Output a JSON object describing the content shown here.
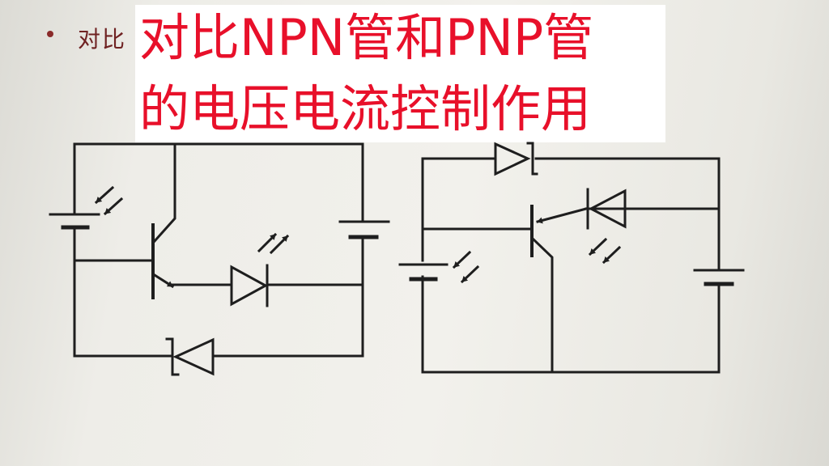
{
  "slide": {
    "bullet_text": "对比",
    "title_line1": "对比NPN管和PNP管",
    "title_line2": "的电压电流控制作用"
  },
  "circuits": [
    {
      "name": "npn-circuit",
      "components": [
        "battery",
        "light-arrows",
        "npn-transistor",
        "led",
        "battery",
        "zener-diode"
      ]
    },
    {
      "name": "pnp-circuit",
      "components": [
        "zener-diode",
        "battery",
        "light-arrows",
        "pnp-transistor",
        "diode",
        "light-arrows",
        "battery"
      ]
    }
  ],
  "colors": {
    "title": "#e8102a",
    "wire": "#1e1e1e",
    "background": "#eeede8"
  }
}
